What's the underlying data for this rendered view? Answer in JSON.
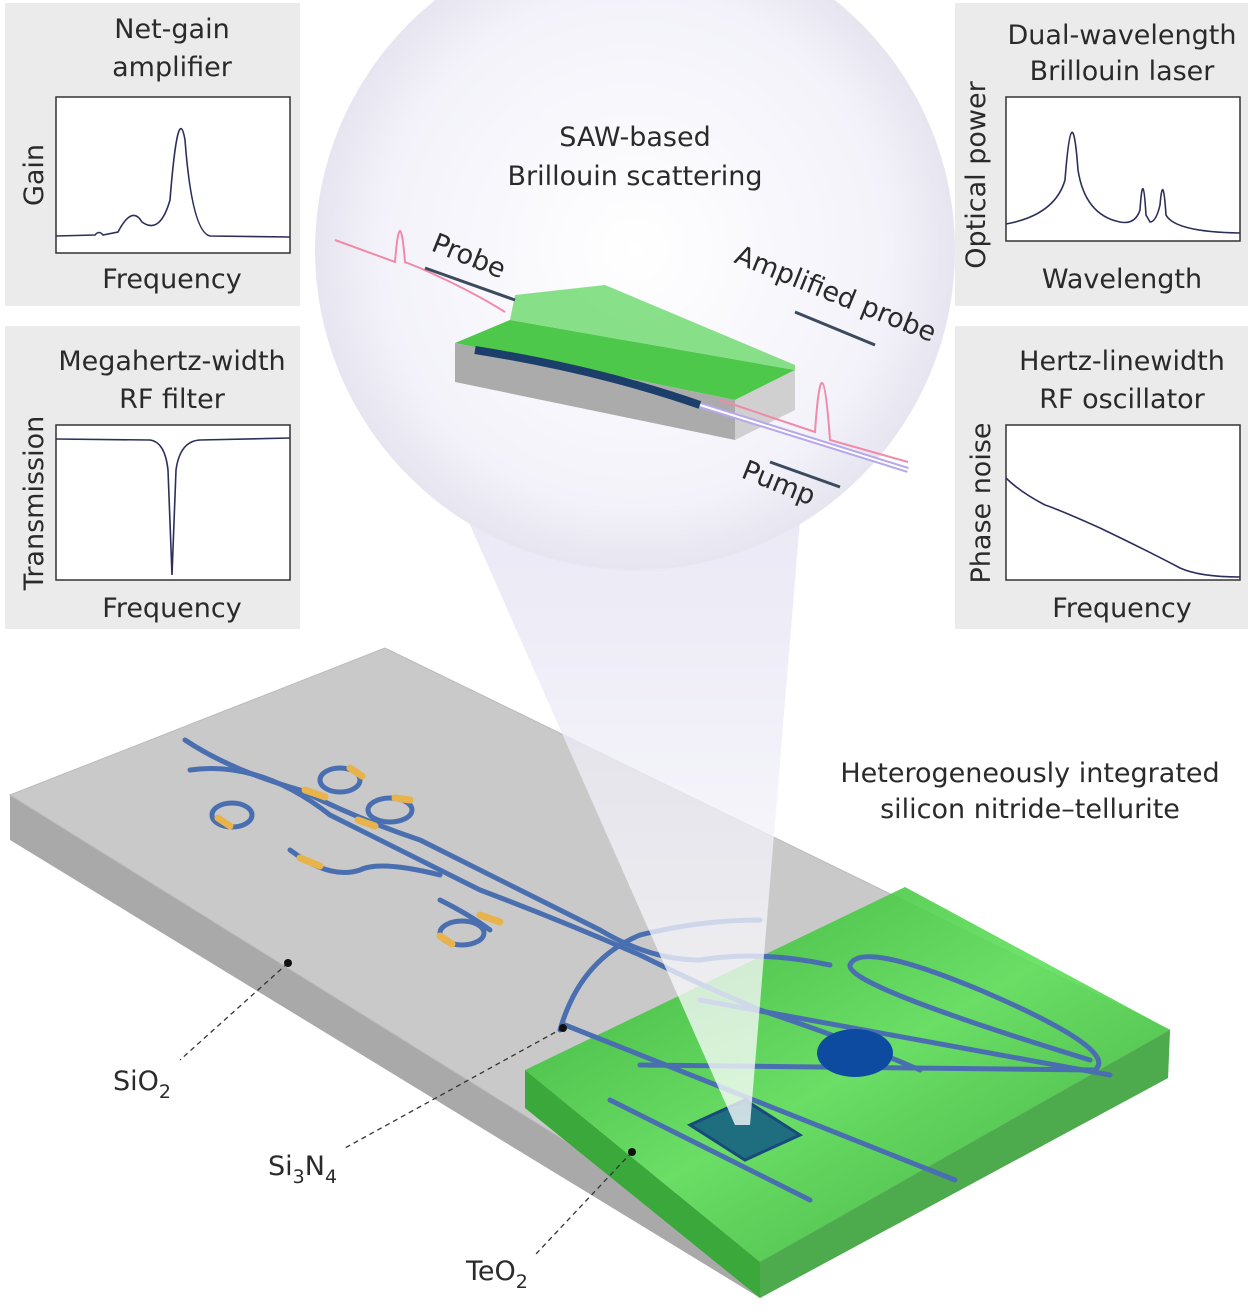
{
  "panels": {
    "net_gain": {
      "title_line1": "Net-gain",
      "title_line2": "amplifier",
      "ylabel": "Gain",
      "xlabel": "Frequency"
    },
    "dual_wavelength": {
      "title_line1": "Dual-wavelength",
      "title_line2": "Brillouin laser",
      "ylabel": "Optical power",
      "xlabel": "Wavelength"
    },
    "rf_filter": {
      "title_line1": "Megahertz-width",
      "title_line2": "RF filter",
      "ylabel": "Transmission",
      "xlabel": "Frequency"
    },
    "rf_oscillator": {
      "title_line1": "Hertz-linewidth",
      "title_line2": "RF oscillator",
      "ylabel": "Phase noise",
      "xlabel": "Frequency"
    }
  },
  "inset": {
    "title_line1": "SAW-based",
    "title_line2": "Brillouin scattering",
    "probe": "Probe",
    "amplified_probe": "Amplified probe",
    "pump": "Pump"
  },
  "chip": {
    "title_line1": "Heterogeneously integrated",
    "title_line2": "silicon nitride–tellurite",
    "sio2": {
      "base": "SiO",
      "sub": "2"
    },
    "si3n4": {
      "base1": "Si",
      "sub1": "3",
      "base2": "N",
      "sub2": "4"
    },
    "teo2": {
      "base": "TeO",
      "sub": "2"
    }
  },
  "colors": {
    "panel_bg": "#ebebeb",
    "green": "#3dbb3a",
    "waveguide": "#4a6fb0",
    "heater": "#e8b34a",
    "probe_pink": "#f08aa8"
  }
}
